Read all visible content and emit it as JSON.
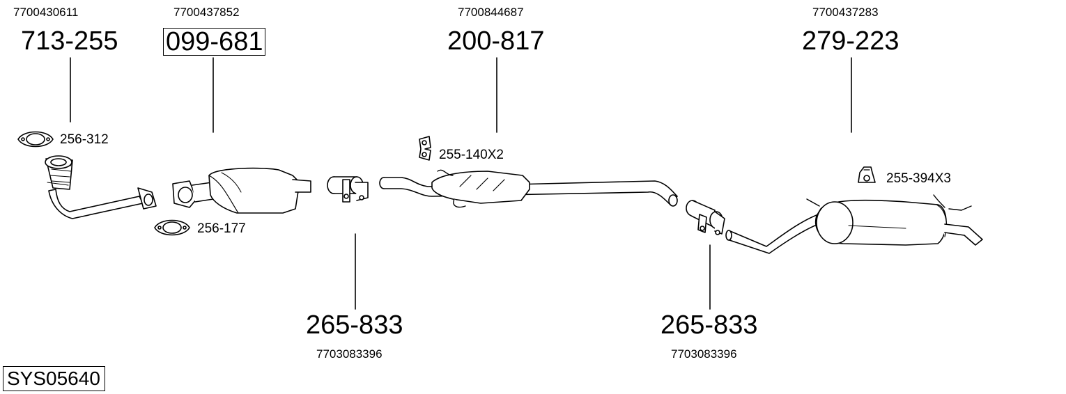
{
  "diagram": {
    "system_code": "SYS05640",
    "parts": [
      {
        "id": "front-pipe",
        "part_number": "713-255",
        "oem_number": "7700430611",
        "boxed": false
      },
      {
        "id": "catalytic-converter",
        "part_number": "099-681",
        "oem_number": "7700437852",
        "boxed": true
      },
      {
        "id": "middle-silencer",
        "part_number": "200-817",
        "oem_number": "7700844687",
        "boxed": false
      },
      {
        "id": "rear-silencer",
        "part_number": "279-223",
        "oem_number": "7700437283",
        "boxed": false
      },
      {
        "id": "clamp-1",
        "part_number": "265-833",
        "oem_number": "7703083396",
        "boxed": false
      },
      {
        "id": "clamp-2",
        "part_number": "265-833",
        "oem_number": "7703083396",
        "boxed": false
      }
    ],
    "accessories": [
      {
        "id": "gasket-1",
        "label": "256-312",
        "icon": "gasket-icon"
      },
      {
        "id": "gasket-2",
        "label": "256-177",
        "icon": "gasket-icon"
      },
      {
        "id": "rubber-hanger-1",
        "label": "255-140X2",
        "icon": "rubber-mount-icon"
      },
      {
        "id": "rubber-hanger-2",
        "label": "255-394X3",
        "icon": "rubber-mount-icon"
      }
    ]
  }
}
